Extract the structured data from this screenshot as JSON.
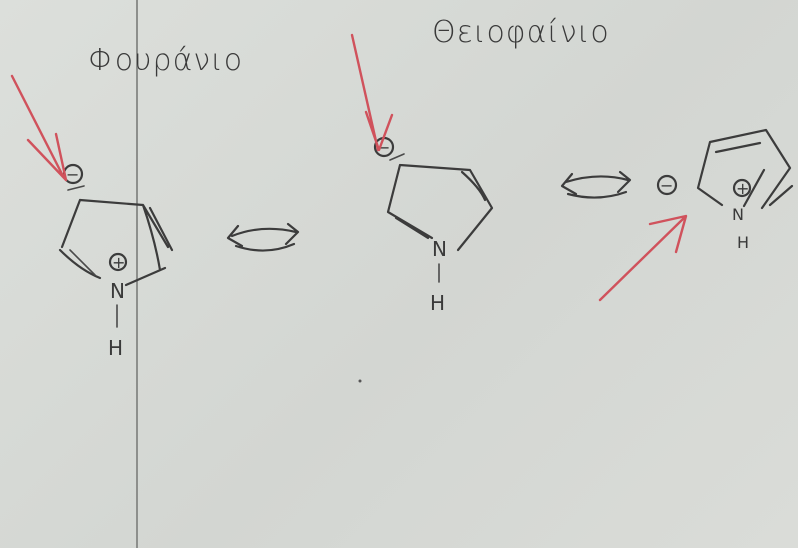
{
  "labels": {
    "left_title": "Φουράνιο",
    "right_title": "Θειοφαίνιο"
  },
  "atoms": {
    "nitrogen": "N",
    "hydrogen": "H",
    "plus_charge": "+",
    "minus_charge": "−"
  },
  "colors": {
    "paper": "#d9dcd8",
    "ink": "#3c3c3c",
    "arrow_red": "#d0525c",
    "margin_line": "#8d8f8c"
  },
  "notation": {
    "resonance_arrows": "double-headed",
    "charge_marks": "circled"
  }
}
